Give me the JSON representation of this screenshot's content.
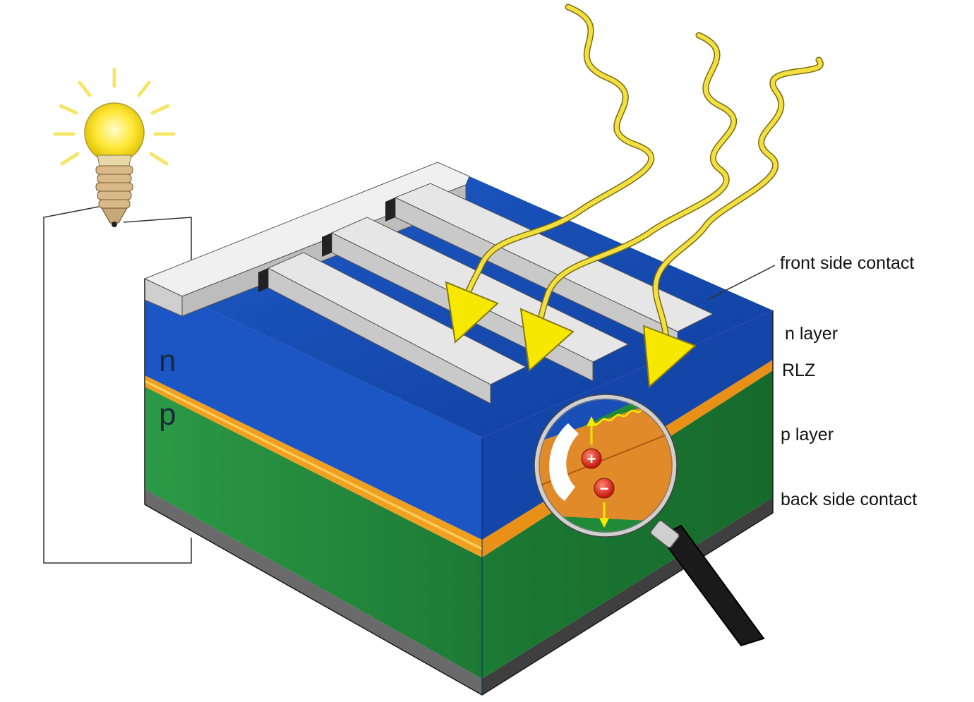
{
  "labels": {
    "front_side_contact": "front side contact",
    "n_layer": "n layer",
    "rlz": "RLZ",
    "p_layer": "p layer",
    "back_side_contact": "back side contact"
  },
  "side_letters": {
    "n": "n",
    "p": "p"
  },
  "charges": {
    "positive": "+",
    "negative": "−"
  },
  "colors": {
    "n_layer": "#1a4fb8",
    "p_layer": "#1f8a38",
    "rlz": "#f0a020",
    "contact": "#dcdcdc",
    "back_contact": "#555555",
    "light_wave": "#f2e040",
    "arrow": "#f7e800",
    "bulb": "#ffe93a",
    "magnified": "#e08a2a"
  },
  "icons": [
    "light-bulb-icon",
    "magnifying-glass-icon",
    "light-wave-icon",
    "arrow-icon"
  ]
}
